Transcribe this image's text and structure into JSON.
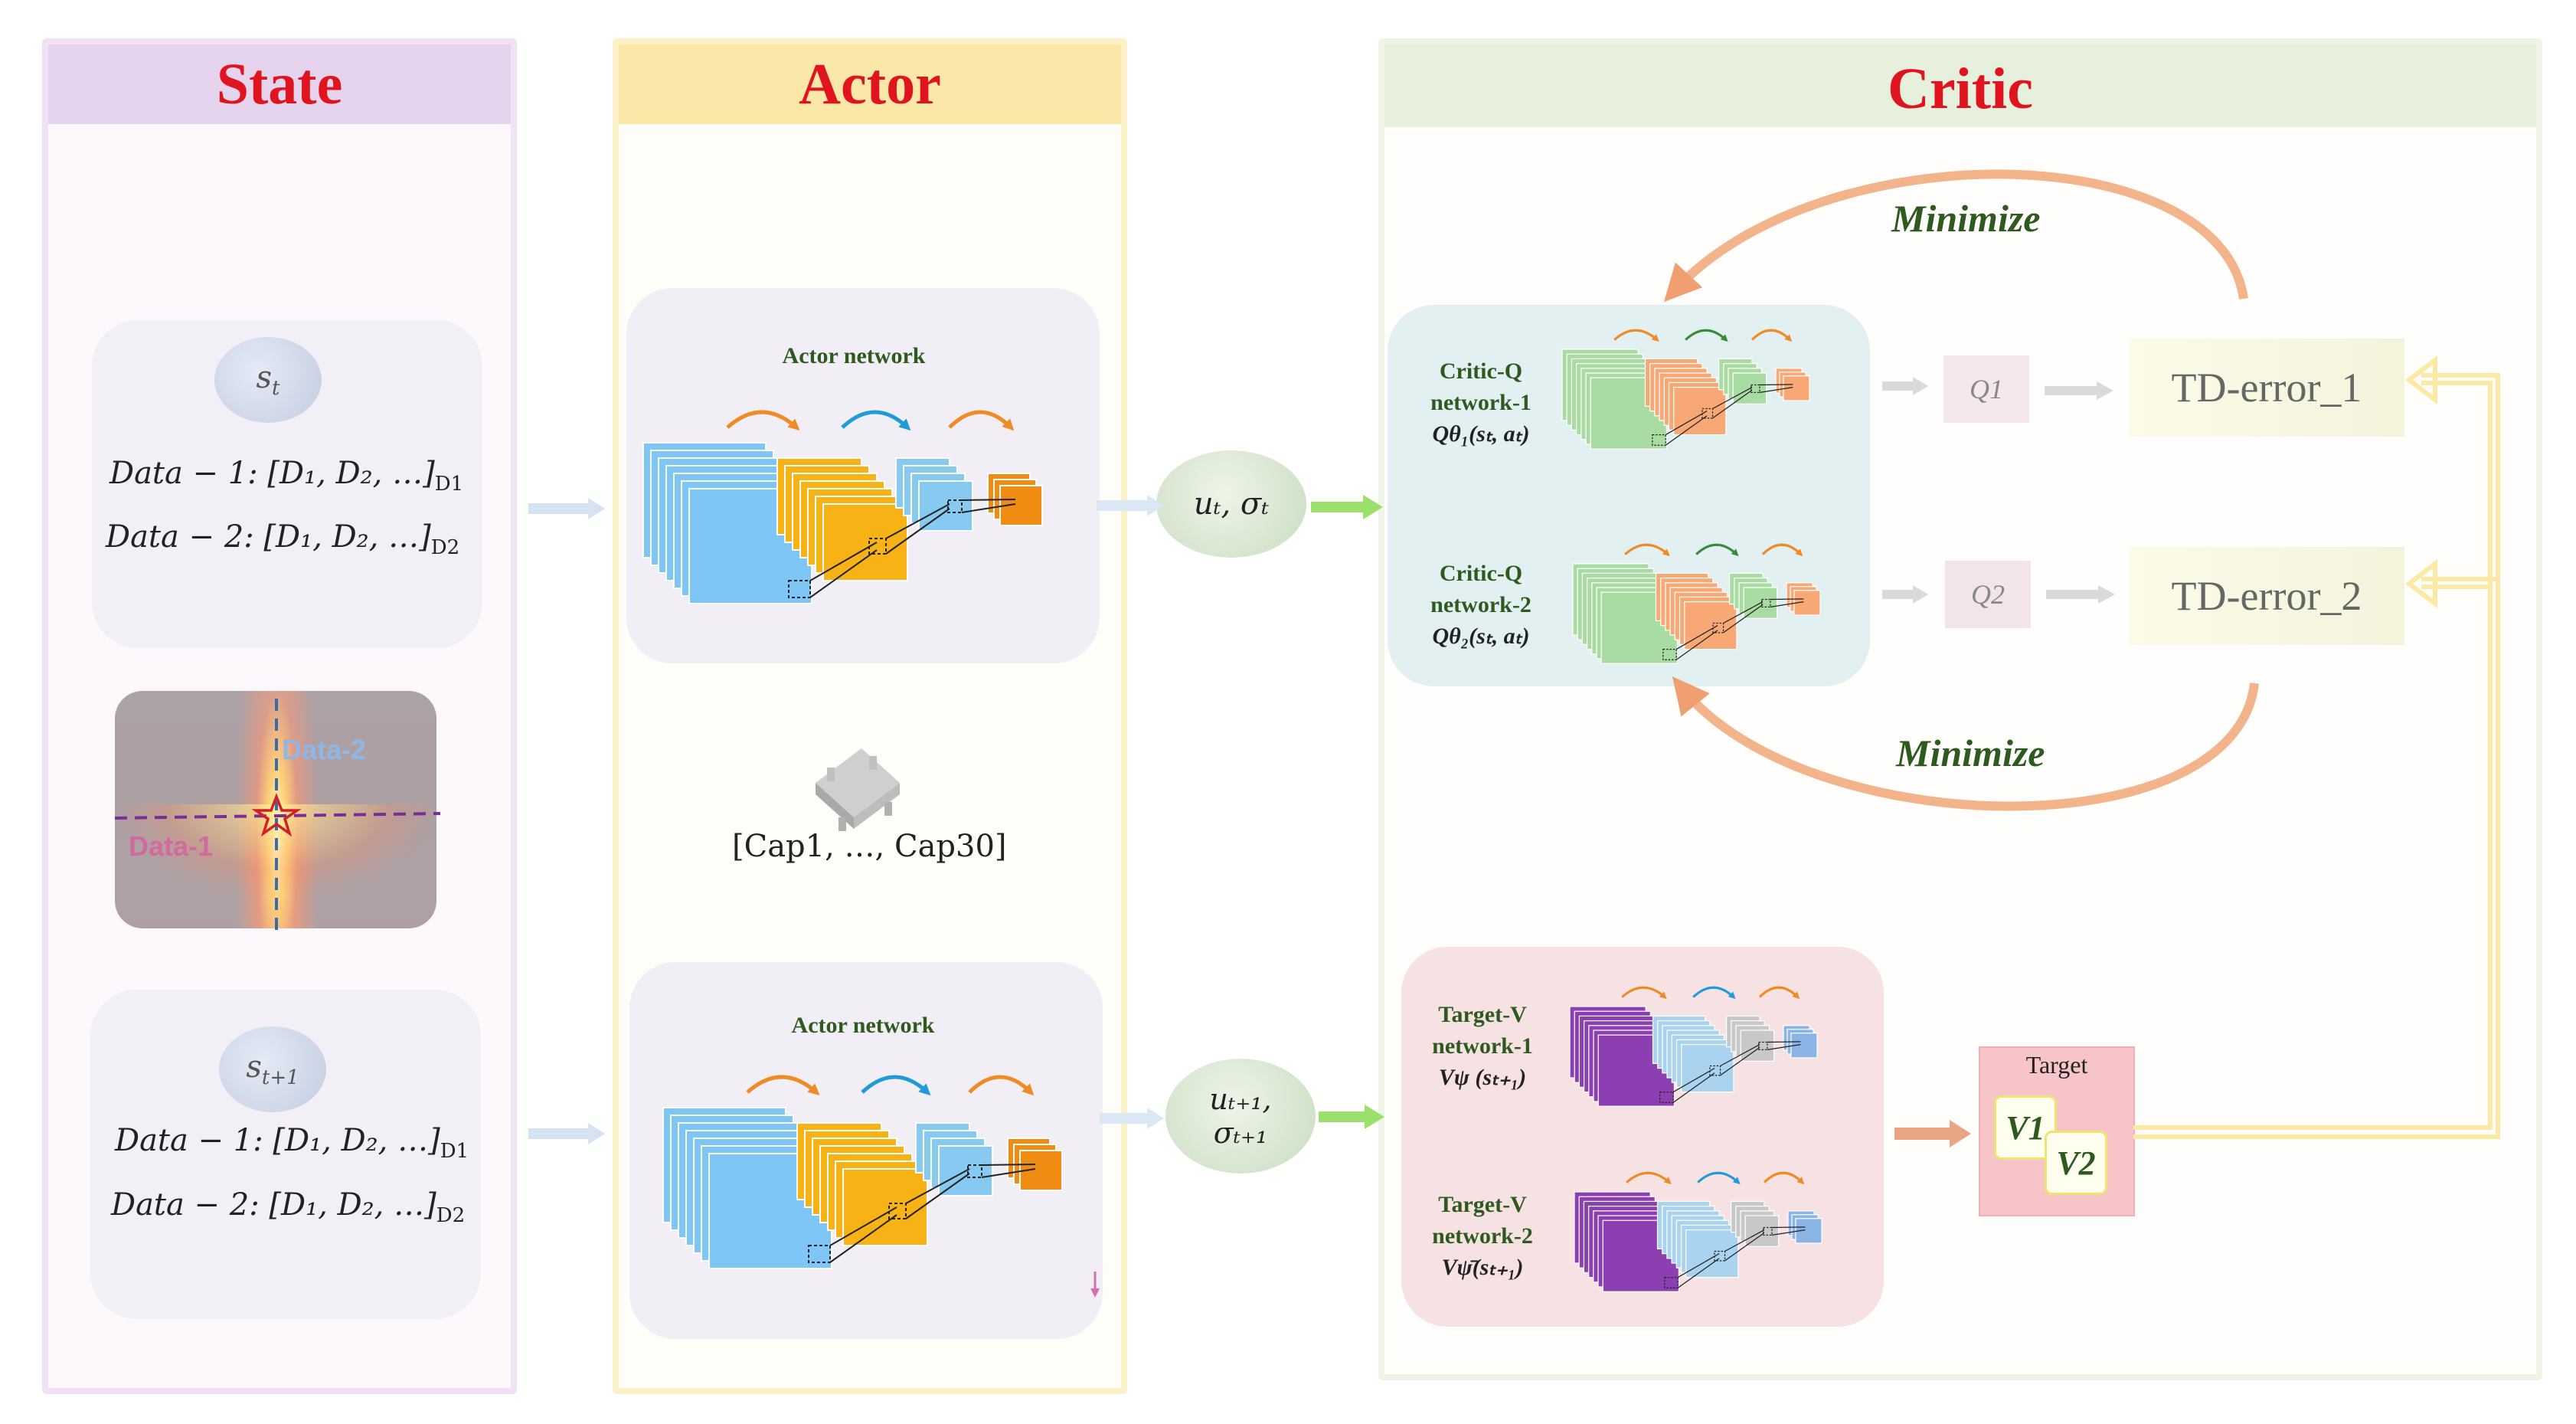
{
  "state": {
    "title": "State",
    "st_label": "s",
    "st_sub": "t",
    "st1_label": "s",
    "st1_sub": "t+1",
    "data1_line": "Data − 1: [D₁, D₂, …]",
    "data1_sub": "D1",
    "data2_line": "Data − 2: [D₁, D₂, …]",
    "data2_sub": "D2",
    "map_label_data1": "Data-1",
    "map_label_data2": "Data-2"
  },
  "actor": {
    "title": "Actor",
    "network_top_label": "Actor network",
    "network_bottom_label": "Actor network",
    "cap_text": "[Cap1, …, Cap30]",
    "output_top": "uₜ, σₜ",
    "output_bottom_line1": "uₜ₊₁,",
    "output_bottom_line2": "σₜ₊₁"
  },
  "critic": {
    "title": "Critic",
    "minimize_top": "Minimize",
    "minimize_bottom": "Minimize",
    "critic1": [
      "Critic-Q",
      "network-1",
      "Qθ₁(sₜ, aₜ)"
    ],
    "critic2": [
      "Critic-Q",
      "network-2",
      "Qθ₂(sₜ, aₜ)"
    ],
    "q1": "Q1",
    "q2": "Q2",
    "td1": "TD-error_1",
    "td2": "TD-error_2",
    "target1": [
      "Target-V",
      "network-1",
      "Vψ (sₜ₊₁)"
    ],
    "target2": [
      "Target-V",
      "network-2",
      "Vψ̄(sₜ₊₁)"
    ],
    "target_box_label": "Target",
    "v1": "V1",
    "v2": "V2"
  },
  "colors": {
    "title_red": "#e0141e",
    "state_header": "#e6d4ee",
    "actor_header": "#fbe7a8",
    "critic_header": "#e6f0dc",
    "label_green": "#2e5a1f",
    "blue_layer": "#7ec6f5",
    "orange_layer": "#f5b30f",
    "green_layer": "#a8dba0",
    "purple_layer": "#8b3fb0"
  }
}
